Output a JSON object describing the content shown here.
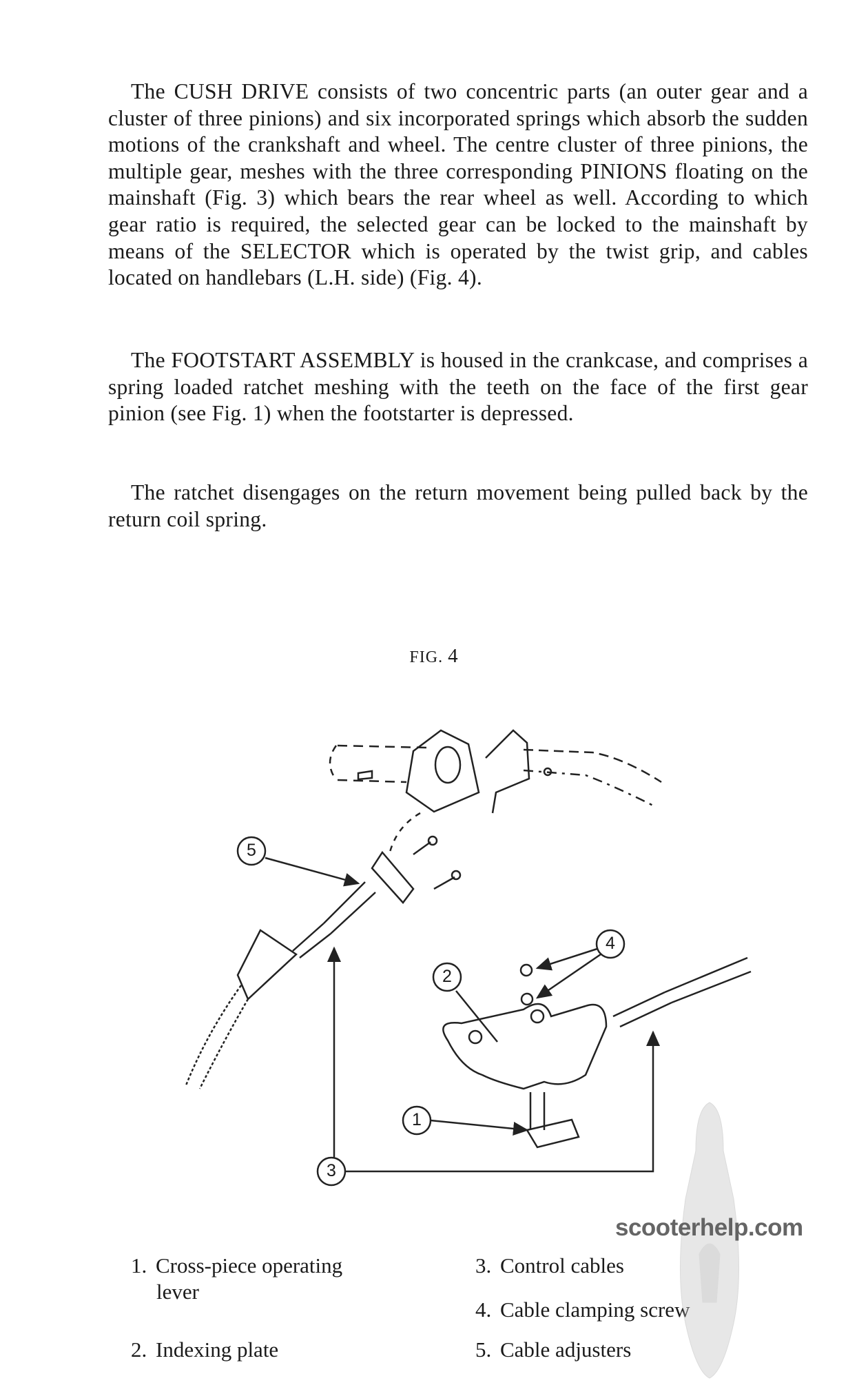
{
  "paragraphs": [
    "The CUSH DRIVE consists of two concentric parts (an outer gear and a cluster of three pinions) and six incorporated springs which absorb the sudden motions of the crankshaft and wheel. The centre cluster of three pinions, the multiple gear, meshes with the three corresponding PINIONS floating on the mainshaft (Fig. 3) which bears the rear wheel as well.  According to which gear ratio is required, the selected gear can be locked to the mainshaft by means of the SELECTOR which is operated by the twist grip, and cables located on handlebars (L.H. side) (Fig. 4).",
    "The FOOTSTART ASSEMBLY is housed in the crankcase, and comprises a spring loaded ratchet meshing with the teeth on the face of the first gear pinion (see Fig. 1) when the footstarter is depressed.",
    "The ratchet disengages on the return movement being pulled back by the return coil spring."
  ],
  "figure": {
    "title_prefix": "FIG.",
    "title_number": "4",
    "callouts": [
      "1",
      "2",
      "3",
      "4",
      "5"
    ]
  },
  "legend": [
    {
      "num": "1.",
      "text": "Cross-piece operating",
      "cont": "lever"
    },
    {
      "num": "2.",
      "text": "Indexing plate"
    },
    {
      "num": "3.",
      "text": "Control cables"
    },
    {
      "num": "4.",
      "text": "Cable clamping screw"
    },
    {
      "num": "5.",
      "text": "Cable adjusters"
    }
  ],
  "watermark": "scooterhelp.com"
}
